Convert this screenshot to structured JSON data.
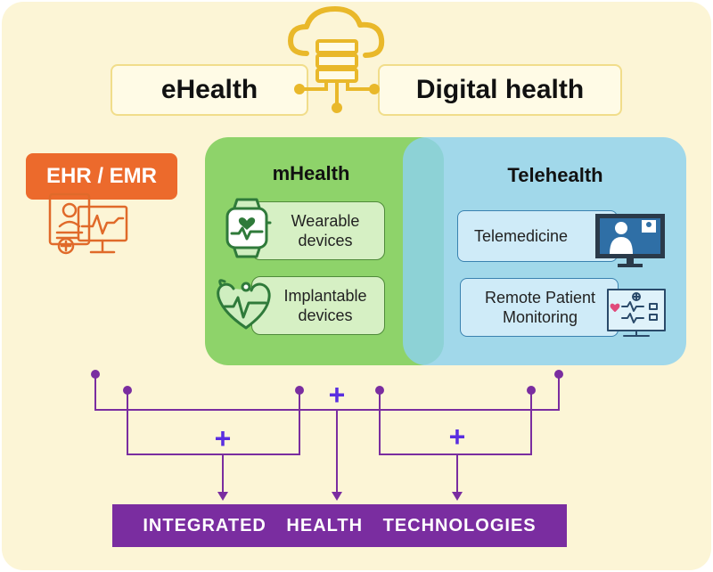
{
  "cloud": {
    "left_label": "eHealth",
    "right_label": "Digital health"
  },
  "ehr": {
    "label": "EHR / EMR"
  },
  "mhealth": {
    "title": "mHealth",
    "items": [
      "Wearable devices",
      "Implantable devices"
    ]
  },
  "telehealth": {
    "title": "Telehealth",
    "items": [
      "Telemedicine",
      "Remote Patient Monitoring"
    ]
  },
  "connectors": {
    "plus_symbol": "+"
  },
  "banner": {
    "label": "INTEGRATED HEALTH TECHNOLOGIES"
  },
  "colors": {
    "background": "#fcf5d6",
    "pill_border": "#f1dd8a",
    "ehr": "#ec6a2c",
    "mhealth": "#8ed36a",
    "telehealth": "#8cd2ee",
    "connector": "#7a2da0",
    "plus": "#5a2ee0",
    "cloud_icon": "#e9b82a"
  },
  "icons": [
    "cloud-server-icon",
    "medical-record-monitor-icon",
    "smartwatch-icon",
    "implantable-heart-icon",
    "doctor-monitor-icon",
    "patient-monitoring-icon"
  ]
}
